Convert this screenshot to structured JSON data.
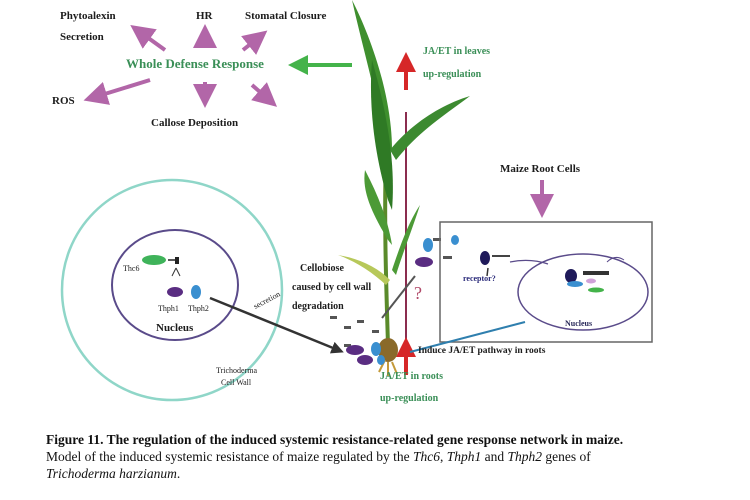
{
  "labels": {
    "phytoalexin_1": "Phytoalexin",
    "phytoalexin_2": "Secretion",
    "hr": "HR",
    "stomatal": "Stomatal Closure",
    "whole_defense": "Whole Defense Response",
    "ros": "ROS",
    "callose": "Callose Deposition",
    "ja_leaves_1": "JA/ET in leaves",
    "ja_leaves_2": "up-regulation",
    "maize_root_cells": "Maize Root Cells",
    "cellobiose_1": "Cellobiose",
    "cellobiose_2": "caused by cell wall",
    "cellobiose_3": "degradation",
    "question": "?",
    "receptor": "receptor?",
    "nucleus_left": "Nucleus",
    "nucleus_right": "Nucleus",
    "thc6": "Thc6",
    "thph1": "Thph1",
    "thph2": "Thph2",
    "secretion_arrow": "secretion",
    "trichoderma_1": "Trichoderma",
    "trichoderma_2": "Cell Wall",
    "induce_ja": "Induce JA/ET pathway in roots",
    "ja_roots_1": "JA/ET in roots",
    "ja_roots_2": "up-regulation"
  },
  "caption": {
    "title": "Figure 11.  The regulation of the induced systemic resistance-related gene response network in maize.",
    "line2_pre": "Model of the induced systemic resistance of maize regulated by the ",
    "gene1": "Thc6",
    "sep1": ", ",
    "gene2": "Thph1",
    "sep2": " and ",
    "gene3": "Thph2",
    "line2_post": " genes of",
    "organism": "Trichoderma harzianum",
    "end": "."
  },
  "colors": {
    "purple_arrow": "#b266a8",
    "green_arrow": "#44b34a",
    "red_arrow": "#d62728",
    "cell_outline": "#8fd6c8",
    "nucleus_outline": "#5a4b8a",
    "dark_purple": "#5a2d82",
    "blue_blob": "#3a8fd0",
    "teal_line": "#2f7fae",
    "green_text": "#3a8f57",
    "leaf_green": "#3f8f2e"
  }
}
